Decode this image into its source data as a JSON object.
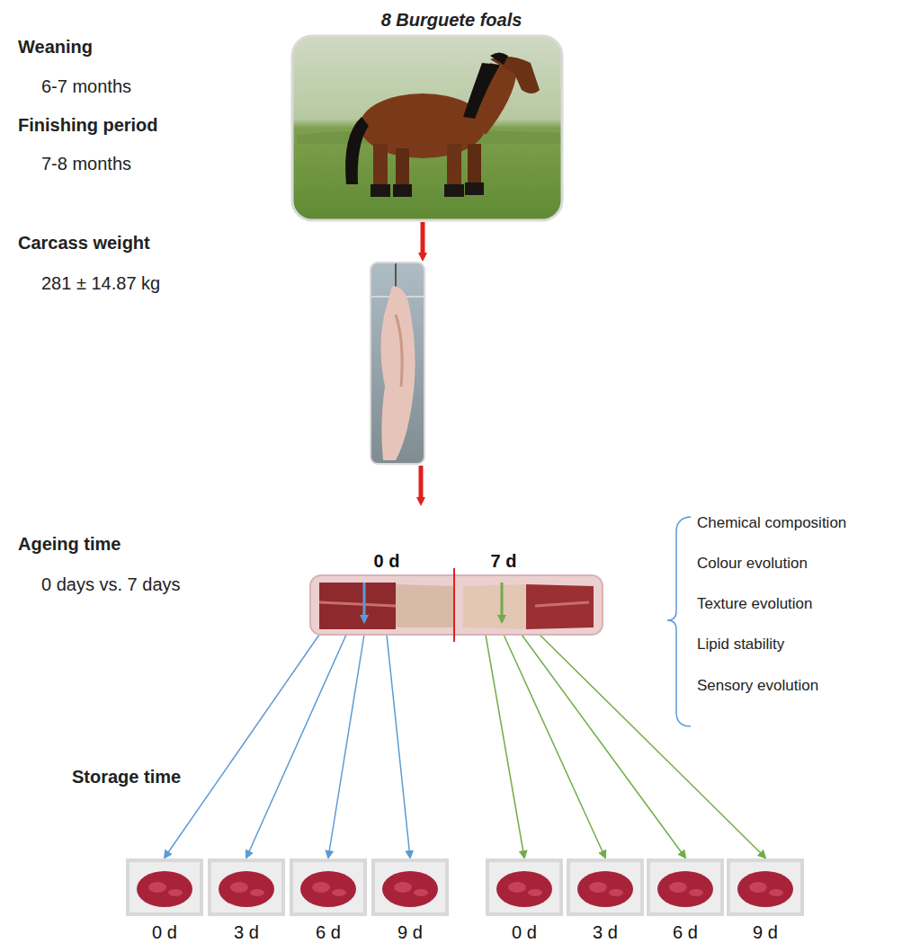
{
  "diagram": {
    "title": "8 Burguete foals",
    "nodes": [
      {
        "text": [
          "0 d",
          "7 d"
        ]
      },
      {
        "text": [
          "0 d"
        ]
      },
      {
        "text": [
          "3 d"
        ]
      },
      {
        "text": [
          "6 d"
        ]
      },
      {
        "text": [
          "9 d"
        ]
      },
      {
        "text": [
          "0 d"
        ]
      },
      {
        "text": [
          "3 d"
        ]
      },
      {
        "text": [
          "6 d"
        ]
      },
      {
        "text": [
          "9 d"
        ]
      }
    ],
    "edges": [
      {
        "from": 0,
        "to": 1,
        "arrow": "to"
      },
      {
        "from": 0,
        "to": 2,
        "arrow": "to"
      },
      {
        "from": 0,
        "to": 3,
        "arrow": "to"
      },
      {
        "from": 0,
        "to": 4,
        "arrow": "to"
      },
      {
        "from": 0,
        "to": 5,
        "arrow": "to"
      },
      {
        "from": 0,
        "to": 6,
        "arrow": "to"
      },
      {
        "from": 0,
        "to": 7,
        "arrow": "to"
      },
      {
        "from": 0,
        "to": 8,
        "arrow": "to"
      }
    ],
    "labels": [
      "Weaning",
      "6-7 months",
      "Finishing period",
      "7-8 months",
      "Carcass weight",
      "281 ± 14.87 kg",
      "Ageing time",
      "0 days vs. 7 days",
      "Chemical composition",
      "Colour evolution",
      "Texture evolution",
      "Lipid stability",
      "Sensory evolution",
      "Storage time"
    ]
  }
}
